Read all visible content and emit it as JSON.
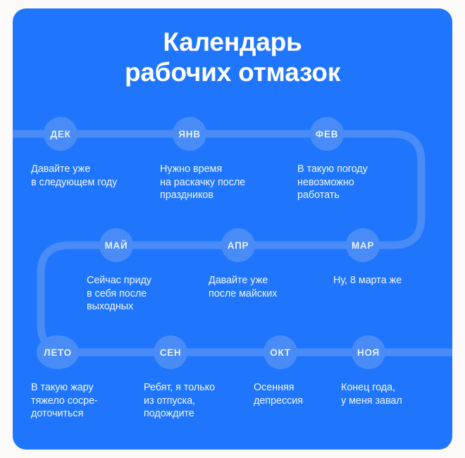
{
  "poster": {
    "title_line1": "Календарь",
    "title_line2": "рабочих отмазок",
    "background_color": "#1f76fd",
    "node_color": "#4a8cf7",
    "text_color": "#f0f6ff",
    "page_background": "#fbfaf8"
  },
  "rows": [
    {
      "direction": "left-to-right",
      "items": [
        {
          "month": "ДЕК",
          "text": "Давайте уже\nв следующем году"
        },
        {
          "month": "ЯНВ",
          "text": "Нужно время\nна раскачку после\nпраздников"
        },
        {
          "month": "ФЕВ",
          "text": "В такую погоду\nневозможно\nработать"
        }
      ]
    },
    {
      "direction": "right-to-left",
      "items": [
        {
          "month": "МАЙ",
          "text": "Сейчас приду\nв себя после\nвыходных"
        },
        {
          "month": "АПР",
          "text": "Давайте уже\nпосле майских"
        },
        {
          "month": "МАР",
          "text": "Ну, 8 марта же"
        }
      ]
    },
    {
      "direction": "left-to-right",
      "items": [
        {
          "month": "ЛЕТО",
          "text": "В такую жару\nтяжело сосре-\nдоточиться"
        },
        {
          "month": "СЕН",
          "text": "Ребят, я только\nиз отпуска,\nподождите"
        },
        {
          "month": "ОКТ",
          "text": "Осенняя\nдепрессия"
        },
        {
          "month": "НОЯ",
          "text": "Конец года,\nу меня завал"
        }
      ]
    }
  ]
}
